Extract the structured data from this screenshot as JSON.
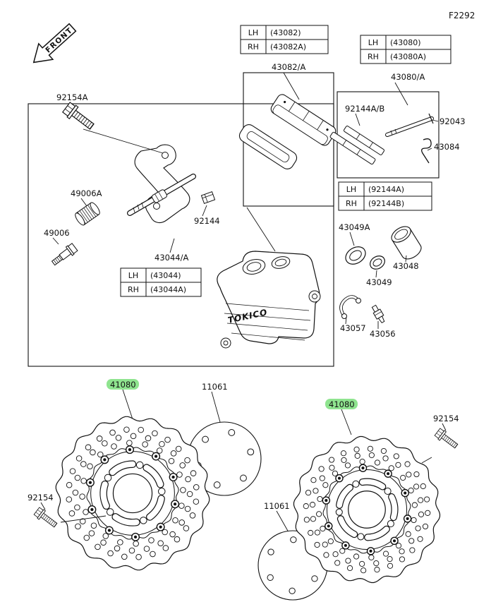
{
  "figure_code": "F2292",
  "front_label": "FRONT",
  "brand": "TOKICO",
  "highlight_color": "#8fe48f",
  "parts": {
    "p92154a": "92154A",
    "p43082": "43082/A",
    "p43080": "43080/A",
    "p92144ab": "92144A/B",
    "p92043": "92043",
    "p43084": "43084",
    "p49006a": "49006A",
    "p49006": "49006",
    "p92144": "92144",
    "p43044": "43044/A",
    "p43049a": "43049A",
    "p43048": "43048",
    "p43049": "43049",
    "p43057": "43057",
    "p43056": "43056",
    "p41080_left": "41080",
    "p41080_right": "41080",
    "p11061_top": "11061",
    "p11061_bottom": "11061",
    "p92154_left": "92154",
    "p92154_right": "92154"
  },
  "tables": {
    "t43082": {
      "lh": "LH",
      "lh_value": "(43082)",
      "rh": "RH",
      "rh_value": "(43082A)"
    },
    "t43080": {
      "lh": "LH",
      "lh_value": "(43080)",
      "rh": "RH",
      "rh_value": "(43080A)"
    },
    "t92144": {
      "lh": "LH",
      "lh_value": "(92144A)",
      "rh": "RH",
      "rh_value": "(92144B)"
    },
    "t43044": {
      "lh": "LH",
      "lh_value": "(43044)",
      "rh": "RH",
      "rh_value": "(43044A)"
    }
  }
}
